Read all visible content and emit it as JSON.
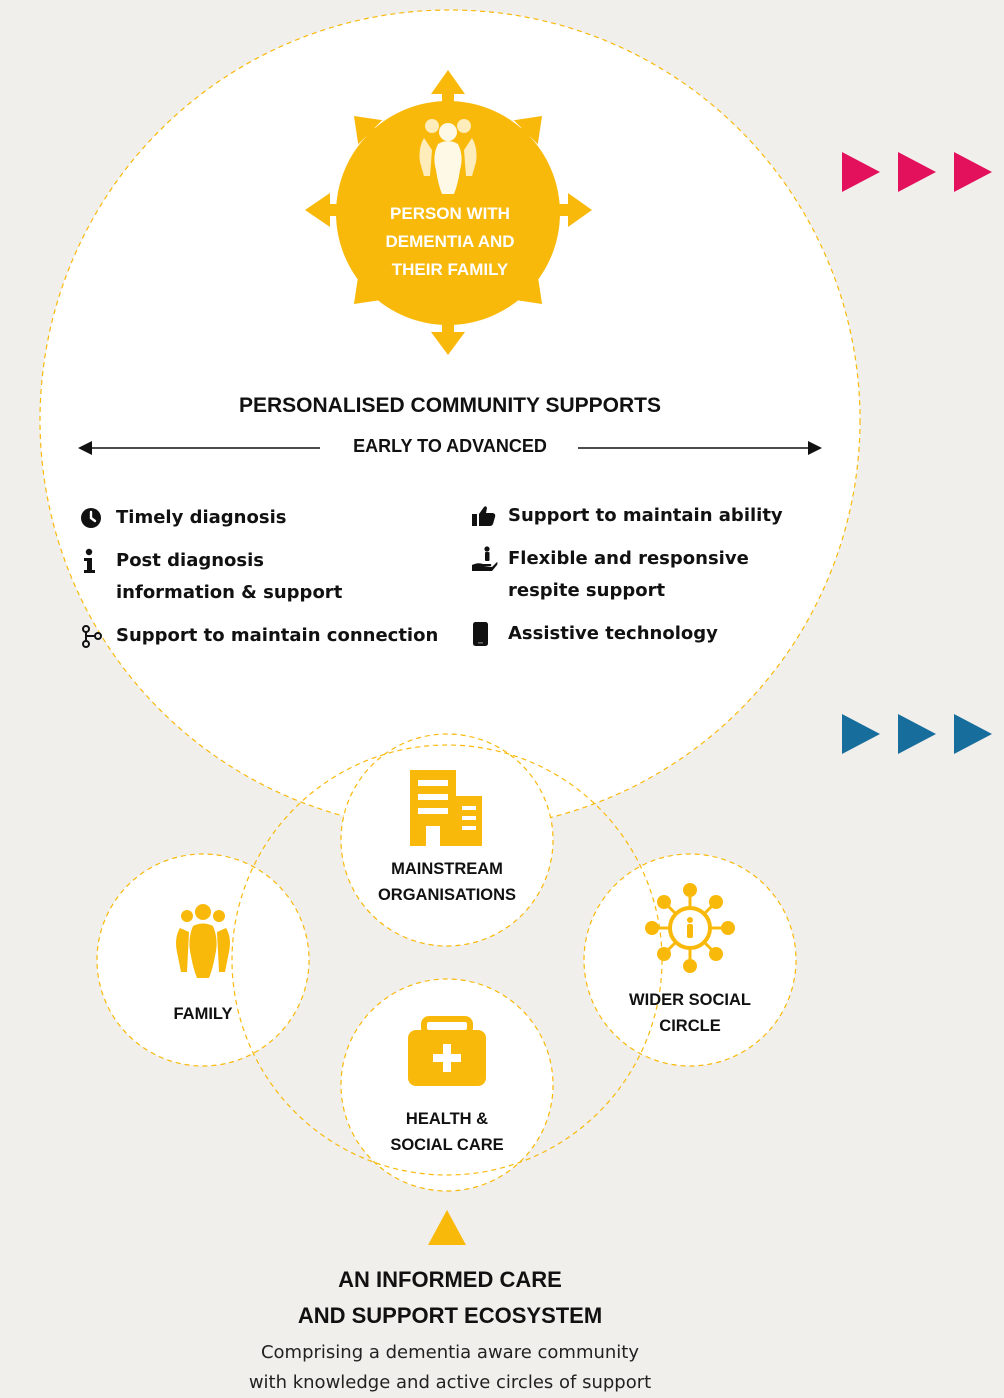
{
  "colors": {
    "background": "#f0efeb",
    "accent_yellow": "#f9b90b",
    "circle_fill": "#ffffff",
    "pink_arrows": "#e3105b",
    "blue_arrows": "#176d9b"
  },
  "hub": {
    "icon": "family-group-icon",
    "lines": [
      "PERSON WITH",
      "DEMENTIA AND",
      "THEIR FAMILY"
    ]
  },
  "supports": {
    "title": "PERSONALISED COMMUNITY SUPPORTS",
    "range_label": "EARLY TO ADVANCED",
    "left_items": [
      {
        "icon": "clock-icon",
        "lines": [
          "Timely diagnosis"
        ]
      },
      {
        "icon": "info-icon",
        "lines": [
          "Post diagnosis",
          "information & support"
        ]
      },
      {
        "icon": "connection-icon",
        "lines": [
          "Support to maintain connection"
        ]
      }
    ],
    "right_items": [
      {
        "icon": "thumbs-up-icon",
        "lines": [
          "Support to maintain ability"
        ]
      },
      {
        "icon": "helping-hand-icon",
        "lines": [
          "Flexible and responsive",
          "respite support"
        ]
      },
      {
        "icon": "phone-icon",
        "lines": [
          "Assistive technology"
        ]
      }
    ]
  },
  "circles": {
    "mainstream": {
      "icon": "building-icon",
      "lines": [
        "MAINSTREAM",
        "ORGANISATIONS"
      ]
    },
    "family": {
      "icon": "family-icon",
      "lines": [
        "FAMILY"
      ]
    },
    "wider": {
      "icon": "network-icon",
      "lines": [
        "WIDER SOCIAL",
        "CIRCLE"
      ]
    },
    "health": {
      "icon": "medical-kit-icon",
      "lines": [
        "HEALTH &",
        "SOCIAL CARE"
      ]
    }
  },
  "ecosystem": {
    "title_lines": [
      "AN INFORMED CARE",
      "AND SUPPORT ECOSYSTEM"
    ],
    "desc_lines": [
      "Comprising a dementia aware community",
      "with knowledge and active circles of support"
    ]
  }
}
